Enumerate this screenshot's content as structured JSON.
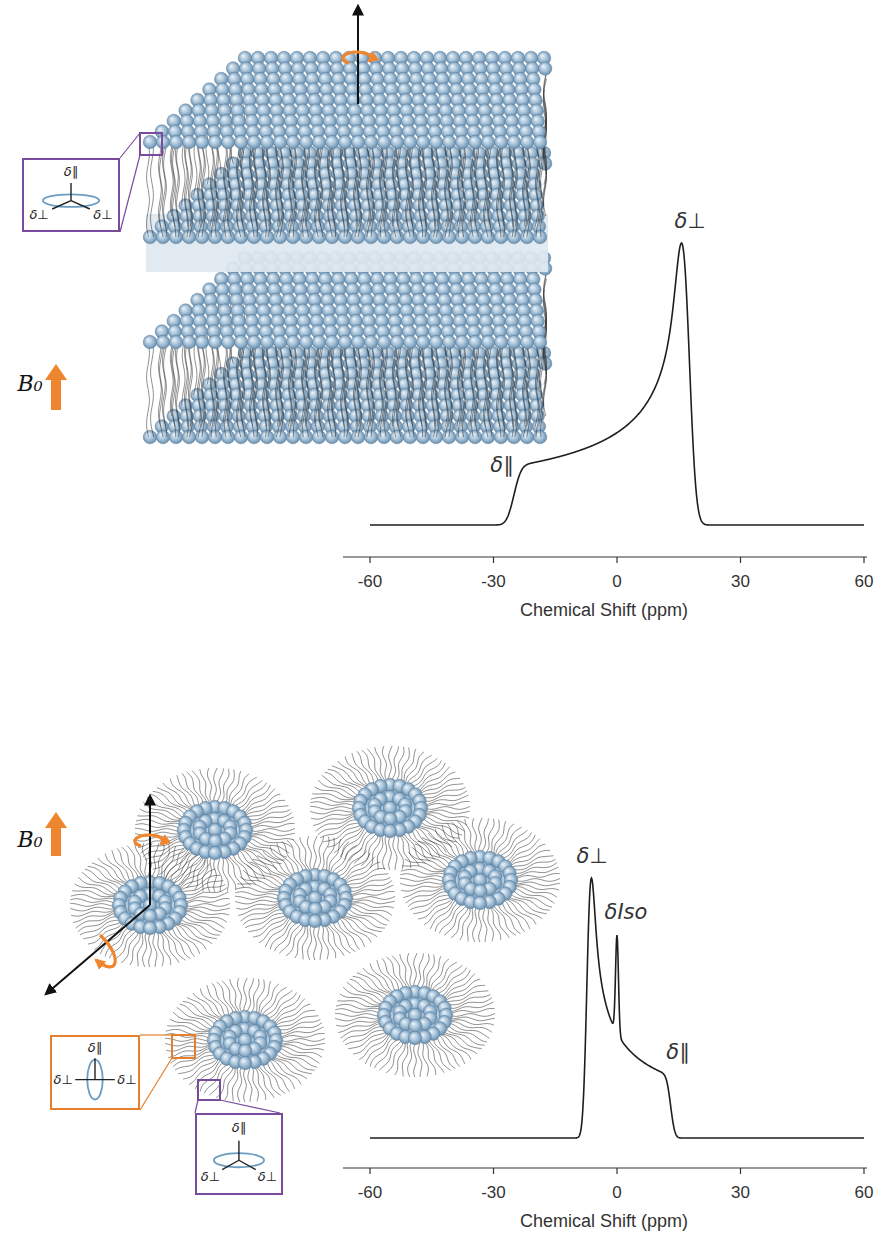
{
  "diagram": {
    "nodes": [
      {
        "text": [
          "δ∥",
          "δ⊥",
          "δ⊥"
        ]
      },
      {
        "text": [
          "δ∥",
          "δ⊥",
          "δ⊥"
        ]
      },
      {
        "text": [
          "δ∥",
          "δ⊥",
          "δ⊥"
        ]
      }
    ],
    "labels": [
      "B₀",
      "δ⊥",
      "δ∥",
      "-60",
      "-30",
      "0",
      "30",
      "60",
      "Chemical Shift (ppm)",
      "B₀",
      "δ⊥",
      "δIso",
      "δ∥",
      "-60",
      "-30",
      "0",
      "30",
      "60",
      "Chemical Shift (ppm)"
    ]
  }
}
